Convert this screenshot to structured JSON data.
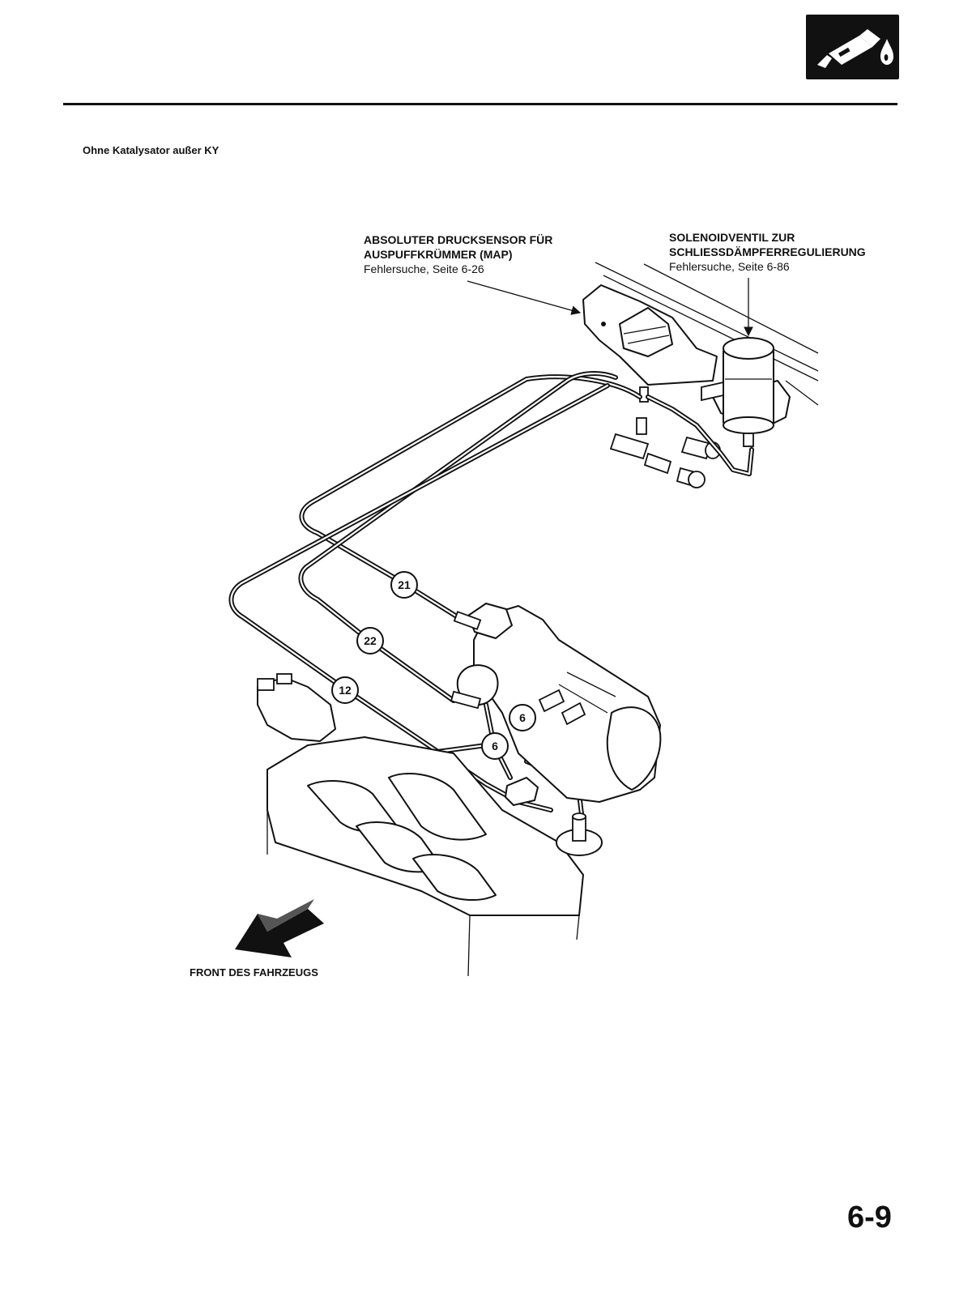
{
  "header": {
    "section_icon": "fuel-nozzle-icon",
    "variant_label": "Ohne Katalysator außer KY"
  },
  "callouts": {
    "map_sensor": {
      "title_line1": "ABSOLUTER DRUCKSENSOR FÜR",
      "title_line2": "AUSPUFFKRÜMMER (MAP)",
      "reference": "Fehlersuche, Seite 6-26"
    },
    "solenoid_valve": {
      "title_line1": "SOLENOIDVENTIL ZUR",
      "title_line2": "SCHLIESSDÄMPFERREGULIERUNG",
      "reference": "Fehlersuche, Seite 6-86"
    }
  },
  "hose_numbers": [
    "21",
    "22",
    "12",
    "6",
    "6"
  ],
  "front_label": "FRONT DES FAHRZEUGS",
  "page_number": "6-9"
}
